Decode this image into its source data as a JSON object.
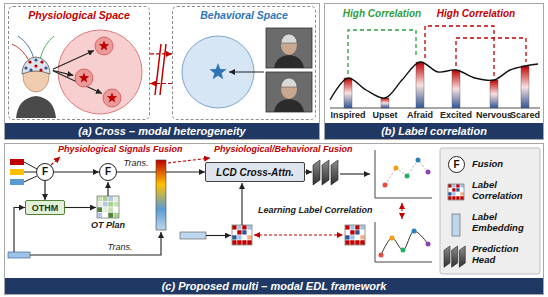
{
  "diagram": {
    "nodes": [
      {
        "text": [
          "(a) Cross – modal heterogeneity"
        ]
      },
      {
        "text": [
          "Physiological Space"
        ],
        "in": 0
      },
      {
        "text": [
          "Behavioral Space"
        ],
        "in": 0
      },
      {
        "text": [
          "(b) Label correlation"
        ]
      },
      {
        "text": [
          "(c) Proposed multi – modal EDL framework"
        ]
      },
      {
        "text": [
          "F"
        ],
        "in": 4
      },
      {
        "text": [
          "F"
        ],
        "in": 4
      },
      {
        "text": [
          "OTHM"
        ],
        "in": 4
      },
      {
        "text": [
          "LCD Cross-Attn."
        ],
        "in": 4
      },
      {
        "text": [
          "F"
        ],
        "in": 4
      }
    ],
    "edges": [
      {
        "from": 5,
        "to": 6,
        "arrow": "to"
      },
      {
        "from": 5,
        "to": 7,
        "arrow": "to"
      },
      {
        "from": 6,
        "to": 8,
        "label": "Trans.",
        "arrow": "to"
      },
      {
        "from": 1,
        "to": 2,
        "arrow": "to"
      },
      {
        "from": 2,
        "to": 1,
        "arrow": "to"
      }
    ],
    "labels": [
      "High Correlation",
      "High Correlation",
      "Inspired",
      "Upset",
      "Afraid",
      "Excited",
      "Nervous",
      "Scared",
      "Physiological Signals Fusion",
      "Physiological/Behavioral Fusion",
      "OT Plan",
      "Trans.",
      "Learning Label Correlation"
    ],
    "legend": [
      {
        "text": "Fusion"
      },
      {
        "text": "Label Correlation"
      },
      {
        "text": "Label Embedding"
      },
      {
        "text": "Prediction Head"
      }
    ]
  }
}
